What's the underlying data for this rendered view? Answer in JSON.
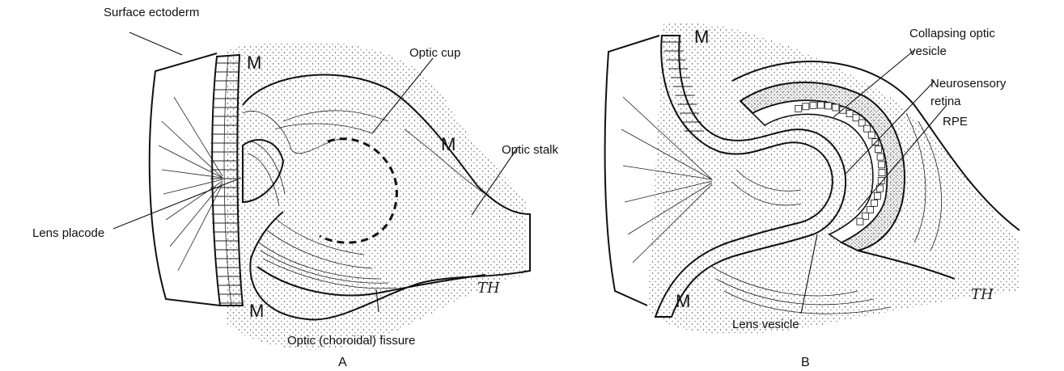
{
  "panel_a": {
    "letter": "A",
    "labels": {
      "surface_ectoderm": "Surface ectoderm",
      "optic_cup": "Optic cup",
      "optic_stalk": "Optic stalk",
      "lens_placode": "Lens placode",
      "optic_fissure": "Optic (choroidal) fissure",
      "m_top": "M",
      "m_right": "M",
      "m_bottom": "M"
    },
    "signature": "TH"
  },
  "panel_b": {
    "letter": "B",
    "labels": {
      "collapsing_line1": "Collapsing optic",
      "collapsing_line2": "vesicle",
      "neurosensory_line1": "Neurosensory",
      "neurosensory_line2": "retina",
      "rpe": "RPE",
      "lens_vesicle": "Lens vesicle",
      "m_top": "M",
      "m_bottom": "M"
    },
    "signature": "TH"
  }
}
